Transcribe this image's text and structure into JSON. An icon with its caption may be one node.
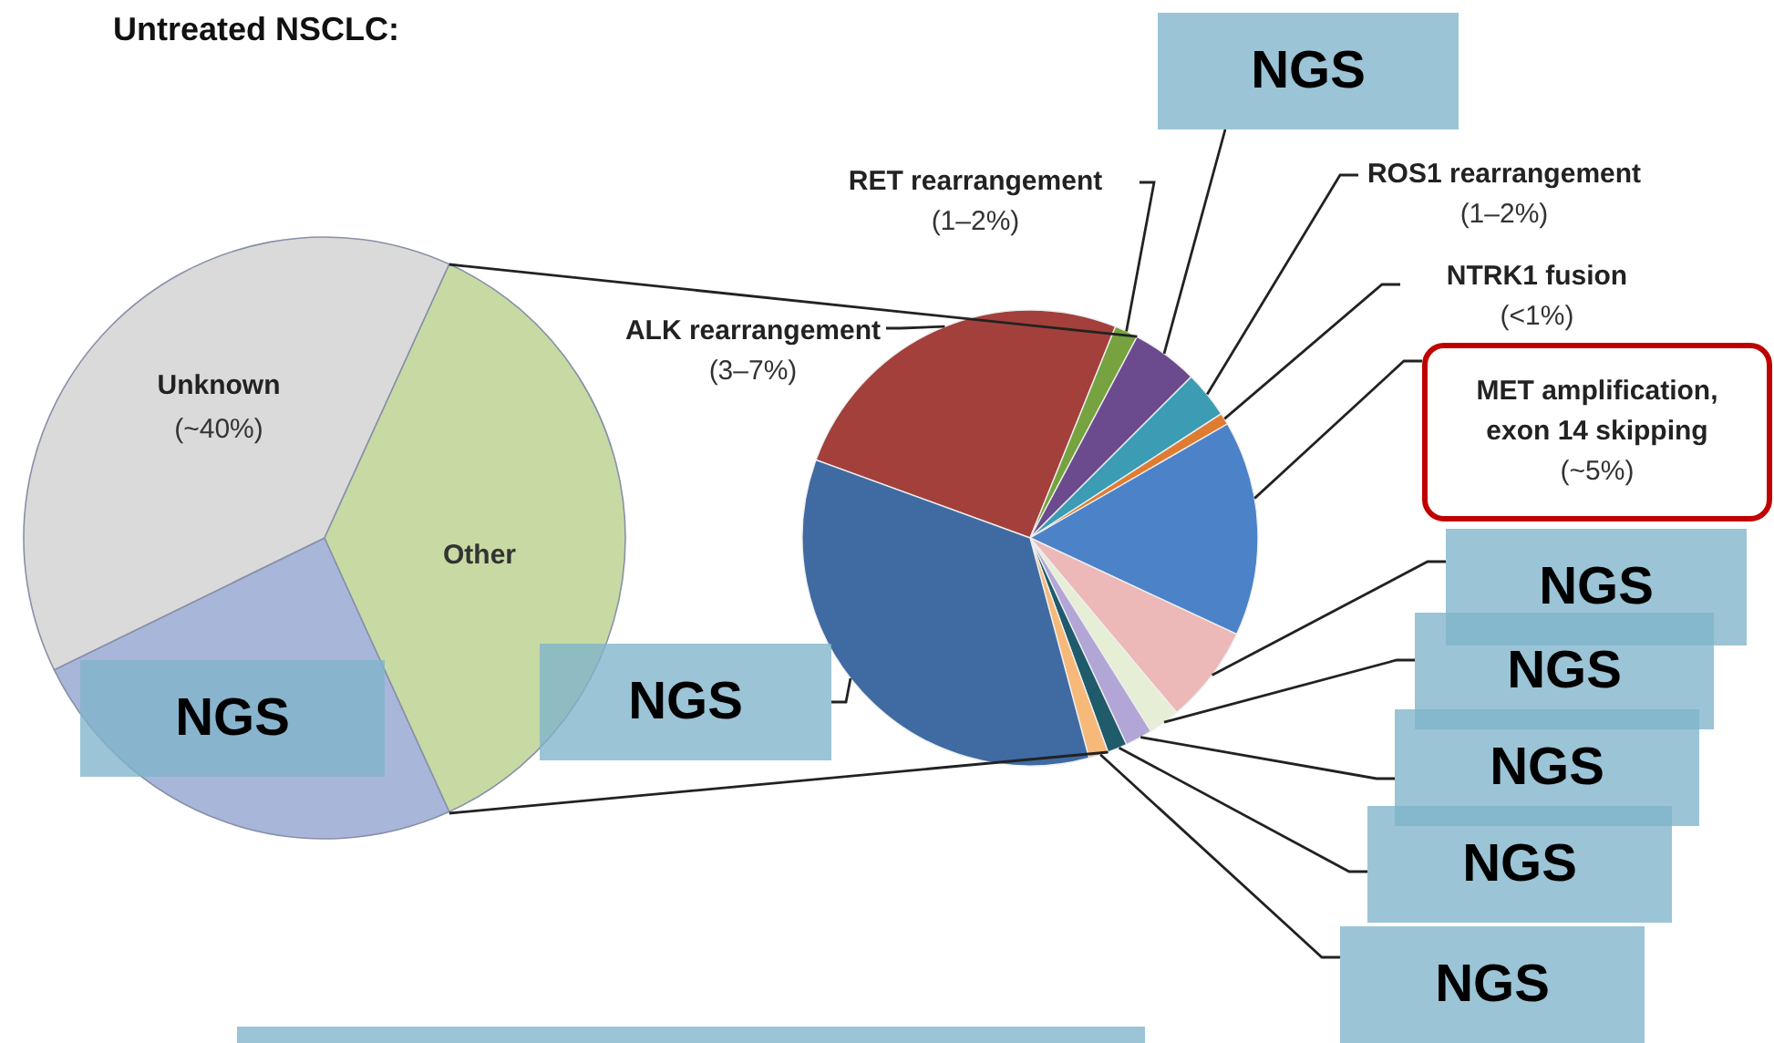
{
  "diagram": {
    "title": "Untreated NSCLC:",
    "nodes": [
      {
        "text": [
          "Other"
        ]
      },
      {
        "text": [],
        "shape": "circle"
      },
      {
        "text": [
          "RET rearrangement",
          "(1–2%)"
        ]
      },
      {
        "text": [
          "NGS"
        ]
      },
      {
        "text": [
          "ROS1 rearrangement",
          "(1–2%)"
        ]
      },
      {
        "text": [
          "NTRK1 fusion",
          "(<1%)"
        ]
      },
      {
        "text": [
          "ALK rearrangement",
          "(3–7%)"
        ]
      },
      {
        "text": [
          "MET amplification, exon 14 skipping",
          "(~5%)"
        ]
      },
      {
        "text": [
          "NGS"
        ]
      },
      {
        "text": [
          "NGS"
        ]
      },
      {
        "text": [
          "NGS"
        ]
      },
      {
        "text": [
          "NGS"
        ]
      },
      {
        "text": [
          "NGS"
        ]
      },
      {
        "text": [
          "NGS"
        ]
      },
      {
        "text": [
          "NGS"
        ]
      },
      {
        "text": [],
        "shape": "box"
      }
    ],
    "edges": [
      {
        "from": 0,
        "to": 1,
        "arrow": "none"
      },
      {
        "from": 0,
        "to": 1,
        "arrow": "none"
      },
      {
        "from": 2,
        "to": 1,
        "arrow": "none"
      },
      {
        "from": 3,
        "to": 1,
        "arrow": "none"
      },
      {
        "from": 4,
        "to": 1,
        "arrow": "none"
      },
      {
        "from": 5,
        "to": 1,
        "arrow": "none"
      },
      {
        "from": 6,
        "to": 1,
        "arrow": "none"
      },
      {
        "from": 7,
        "to": 1,
        "arrow": "none"
      },
      {
        "from": 8,
        "to": 1,
        "arrow": "none"
      },
      {
        "from": 9,
        "to": 1,
        "arrow": "none"
      },
      {
        "from": 10,
        "to": 1,
        "arrow": "none"
      },
      {
        "from": 11,
        "to": 1,
        "arrow": "none"
      },
      {
        "from": 12,
        "to": 1,
        "arrow": "none"
      },
      {
        "from": 13,
        "to": 1,
        "arrow": "none"
      }
    ],
    "labels": [
      "Unknown",
      "(~40%)"
    ]
  }
}
